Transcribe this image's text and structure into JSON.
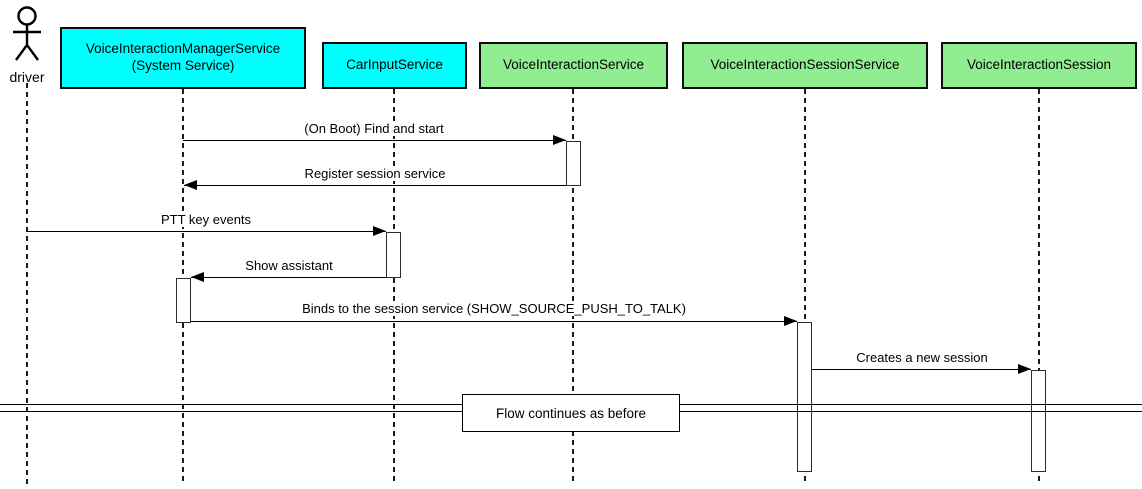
{
  "diagram_type": "sequence-diagram",
  "colors": {
    "participant_cyan": "#00FFFF",
    "participant_green": "#90EE90",
    "line": "#000000",
    "background": "#FFFFFF"
  },
  "actor": {
    "label": "driver"
  },
  "participants": [
    {
      "line1": "VoiceInteractionManagerService",
      "line2": "(System Service)",
      "color": "#00FFFF"
    },
    {
      "line1": "CarInputService",
      "color": "#00FFFF"
    },
    {
      "line1": "VoiceInteractionService",
      "color": "#90EE90"
    },
    {
      "line1": "VoiceInteractionSessionService",
      "color": "#90EE90"
    },
    {
      "line1": "VoiceInteractionSession",
      "color": "#90EE90"
    }
  ],
  "messages": [
    {
      "label": "(On Boot) Find and start",
      "from": "VoiceInteractionManagerService",
      "to": "VoiceInteractionService"
    },
    {
      "label": "Register session service",
      "from": "VoiceInteractionService",
      "to": "VoiceInteractionManagerService"
    },
    {
      "label": "PTT key events",
      "from": "driver",
      "to": "CarInputService"
    },
    {
      "label": "Show assistant",
      "from": "CarInputService",
      "to": "VoiceInteractionManagerService"
    },
    {
      "label": "Binds to the session service (SHOW_SOURCE_PUSH_TO_TALK)",
      "from": "VoiceInteractionManagerService",
      "to": "VoiceInteractionSessionService"
    },
    {
      "label": "Creates a new session",
      "from": "VoiceInteractionSessionService",
      "to": "VoiceInteractionSession"
    }
  ],
  "separator": {
    "label": "Flow continues as before"
  }
}
